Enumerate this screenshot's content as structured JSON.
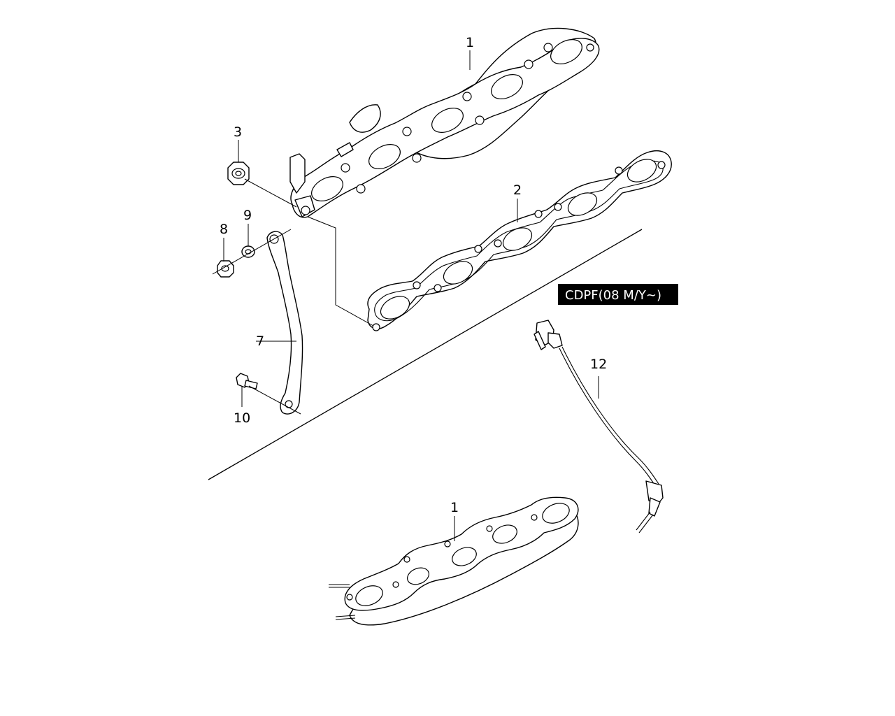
{
  "callouts": {
    "manifold_upper": "1",
    "gasket": "2",
    "nut": "3",
    "stay": "7",
    "stay_nut": "8",
    "washer": "9",
    "stay_bolt": "10",
    "sensor": "12",
    "manifold_lower": "1"
  },
  "variant_label": "CDPF(08 M/Y~)",
  "colors": {
    "line": "#000000",
    "paper": "#ffffff",
    "badge_bg": "#000000",
    "badge_text": "#ffffff"
  }
}
